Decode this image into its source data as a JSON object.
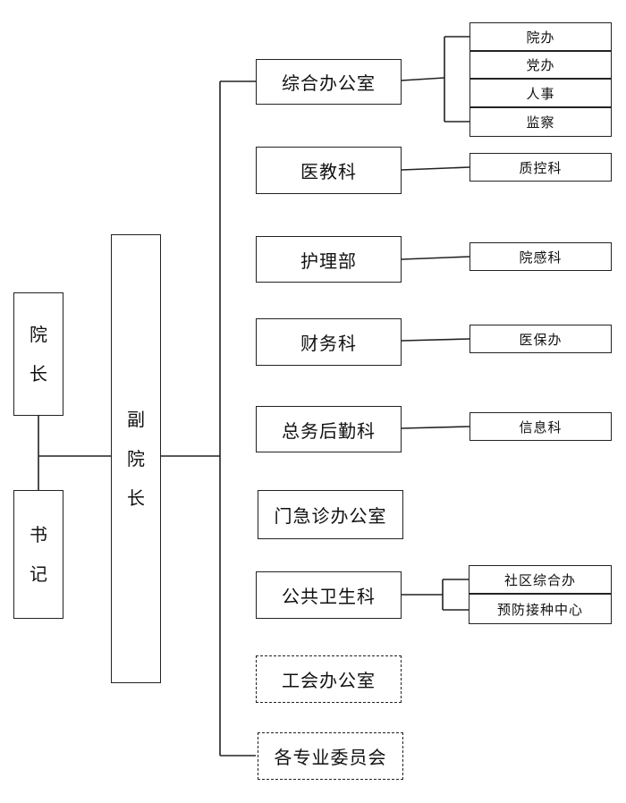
{
  "leaders": {
    "president": [
      "院",
      "长"
    ],
    "secretary": [
      "书",
      "记"
    ],
    "vice_president": [
      "副",
      "院",
      "长"
    ]
  },
  "departments": {
    "general_office": "综合办公室",
    "medical_education": "医教科",
    "nursing": "护理部",
    "finance": "财务科",
    "logistics": "总务后勤科",
    "emergency_outpatient": "门急诊办公室",
    "public_health": "公共卫生科",
    "union_office": "工会办公室",
    "committees": "各专业委员会"
  },
  "sub_units": {
    "hospital_office": "院办",
    "party_office": "党办",
    "personnel": "人事",
    "supervision": "监察",
    "quality_control": "质控科",
    "infection_control": "院感科",
    "medical_insurance": "医保办",
    "information": "信息科",
    "community_office": "社区综合办",
    "vaccination_center": "预防接种中心"
  }
}
